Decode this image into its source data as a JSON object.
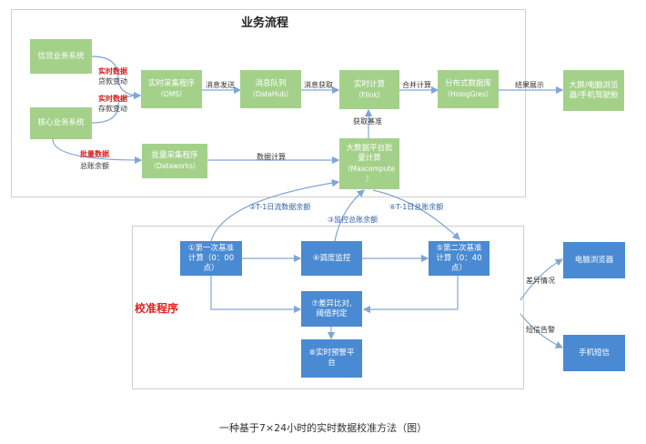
{
  "title": "业务流程",
  "calibration_title": "校准程序",
  "caption": "一种基于7×24小时的实时数据校准方法（图）",
  "nodes": {
    "credit_system": "信贷业务系统",
    "core_system": "核心业务系统",
    "rt_collector": {
      "line1": "实时采集程序",
      "line2": "（OMS）"
    },
    "mq": {
      "line1": "消息队列",
      "line2": "（DataHub）"
    },
    "rt_compute": {
      "line1": "实时计算",
      "line2": "（Flink）"
    },
    "dist_db": {
      "line1": "分布式数据库",
      "line2": "（HologGres）"
    },
    "display": {
      "line1": "大屏/电脑浏览",
      "line2": "器/手机驾驶舱"
    },
    "batch_collector": {
      "line1": "批量采集程序",
      "line2": "（Dataworks）"
    },
    "bigdata": {
      "line1": "大数据平台批",
      "line2": "量计算",
      "line3": "（Maxcompute",
      "line4": "）"
    },
    "first_calc": {
      "line1": "①第一次基准",
      "line2": "计算（0：00",
      "line3": "点）"
    },
    "sched": "④调度监控",
    "second_calc": {
      "line1": "⑤第二次基准",
      "line2": "计算（0：40",
      "line3": "点）"
    },
    "diff": {
      "line1": "⑦差异比对,",
      "line2": "阈值判定"
    },
    "alert": {
      "line1": "⑧实时预警平",
      "line2": "台"
    },
    "pc_browser": "电脑浏览器",
    "mobile_sms": "手机短信"
  },
  "labels": {
    "rt_data_1": "实时数据",
    "loan_change": "贷款变动",
    "rt_data_2": "实时数据",
    "deposit_change": "存款变动",
    "batch_data": "批量数据",
    "total_balance": "总账余额",
    "msg_send": "消息发送",
    "msg_get": "消息获取",
    "merge_calc": "合并计算",
    "result_show": "结果展示",
    "get_baseline": "获取基准",
    "data_calc": "数据计算",
    "t1_flow": "②T-1日流数据余额",
    "monitor_total": "③监控总账余额",
    "t1_total": "⑥T-1日总账余额",
    "diff_info": "差异情况",
    "sms_alert": "短信告警"
  },
  "colors": {
    "green": "#a4d18a",
    "blue": "#4a8ad2",
    "arrow": "#7fa6d6",
    "red": "#d81e1e"
  }
}
